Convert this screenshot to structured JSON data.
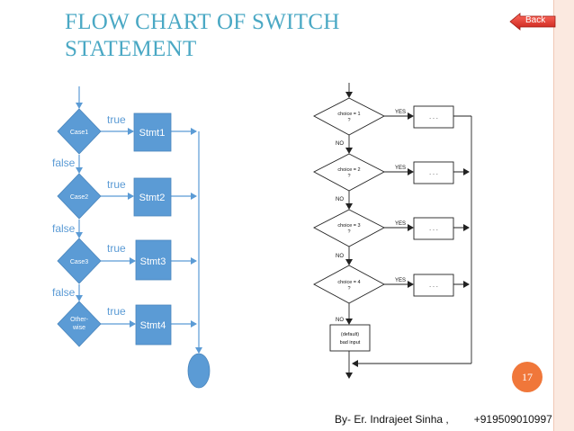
{
  "slide": {
    "title_line1": "FLOW CHART OF SWITCH",
    "title_line2": "STATEMENT",
    "back_label": "Back",
    "page_number": "17",
    "footer_author": "By- Er. Indrajeet Sinha ,",
    "footer_phone": "+919509010997"
  },
  "left_diagram": {
    "cases": [
      {
        "label": "Case1",
        "stmt": "Stmt1"
      },
      {
        "label": "Case2",
        "stmt": "Stmt2"
      },
      {
        "label": "Case3",
        "stmt": "Stmt3"
      }
    ],
    "otherwise_line1": "Other-",
    "otherwise_line2": "wise",
    "otherwise_stmt": "Stmt4",
    "true_label": "true",
    "false_label": "false",
    "colors": {
      "shape": "#5b9bd5",
      "arrow": "#5b9bd5"
    }
  },
  "right_diagram": {
    "choices": [
      {
        "line1": "choice = 1",
        "line2": "?"
      },
      {
        "line1": "choice = 2",
        "line2": "?"
      },
      {
        "line1": "choice = 3",
        "line2": "?"
      },
      {
        "line1": "choice = 4",
        "line2": "?"
      }
    ],
    "yes_label": "YES",
    "no_label": "NO",
    "action_label": ". . .",
    "default_line1": "(default)",
    "default_line2": "bad input"
  },
  "colors": {
    "title": "#4aa8c4",
    "accent": "#f0773a",
    "back_button": "#e0352a"
  }
}
